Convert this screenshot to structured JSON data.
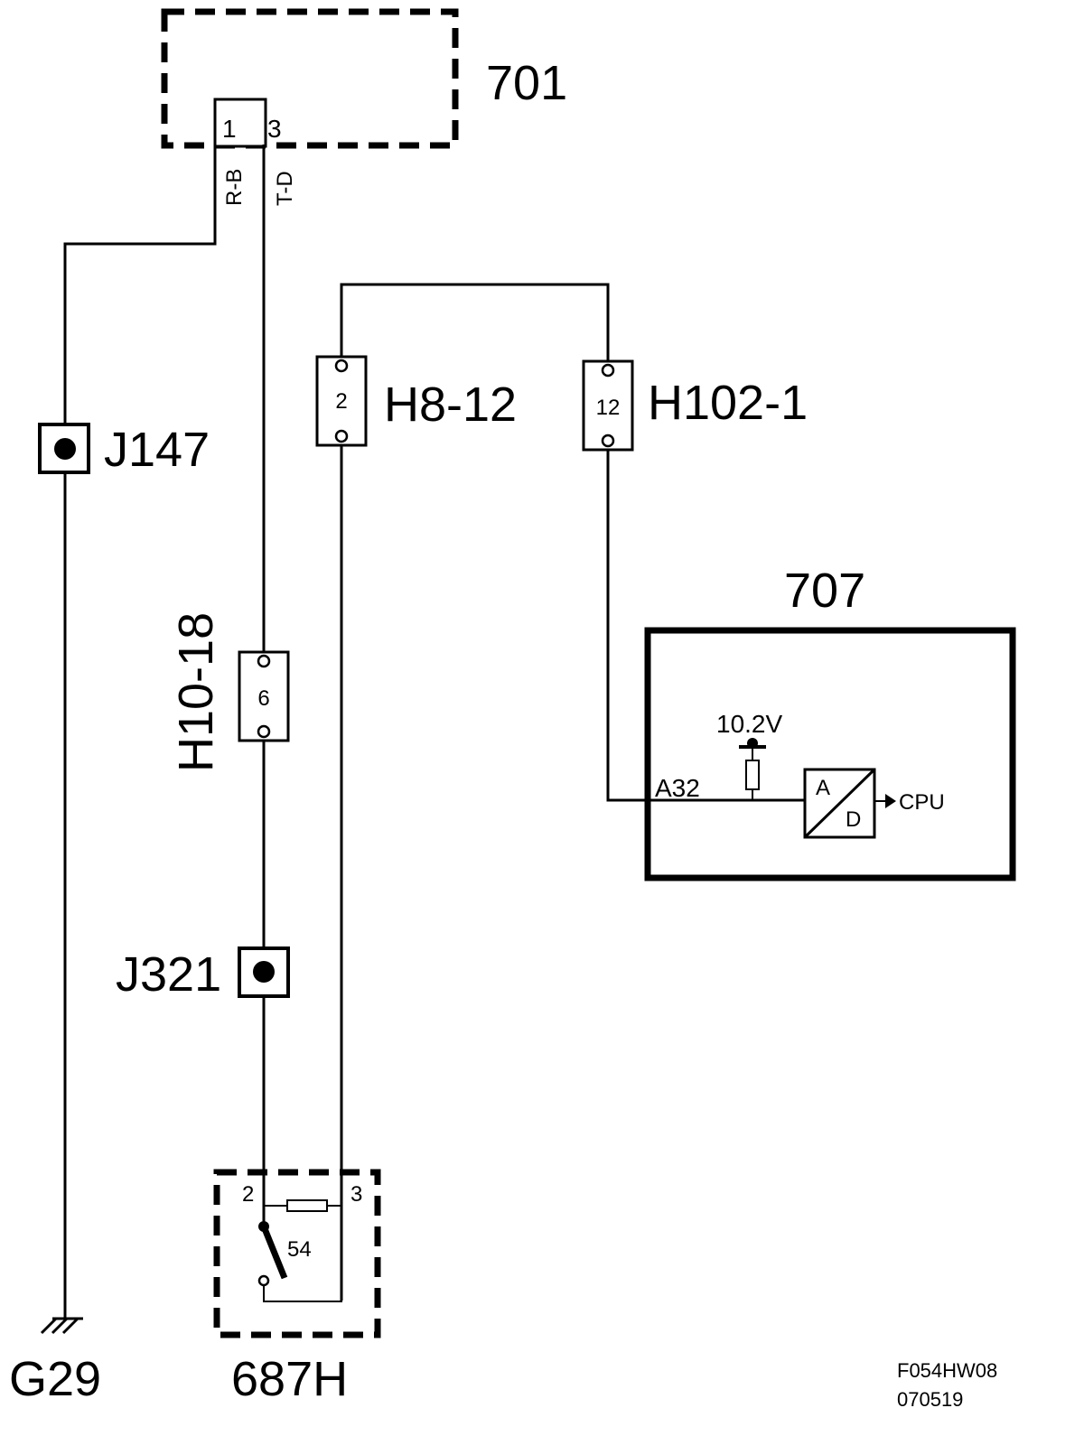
{
  "components": {
    "c701": {
      "label": "701",
      "pin1": "1",
      "pin3": "3"
    },
    "c707": {
      "label": "707",
      "pin_a32": "A32",
      "voltage": "10.2V",
      "adc_a": "A",
      "adc_d": "D",
      "cpu": "CPU"
    },
    "c687h": {
      "label": "687H",
      "pin2": "2",
      "pin3": "3",
      "value": "54"
    }
  },
  "wires": {
    "rb": "R-B",
    "td": "T-D"
  },
  "connectors": {
    "h8": {
      "label": "H8-12",
      "pin": "2"
    },
    "h102": {
      "label": "H102-1",
      "pin": "12"
    },
    "h10": {
      "label": "H10-18",
      "pin": "6"
    }
  },
  "splices": {
    "j147": "J147",
    "j321": "J321"
  },
  "ground": {
    "label": "G29"
  },
  "footer": {
    "code": "F054HW08",
    "date": "070519"
  }
}
